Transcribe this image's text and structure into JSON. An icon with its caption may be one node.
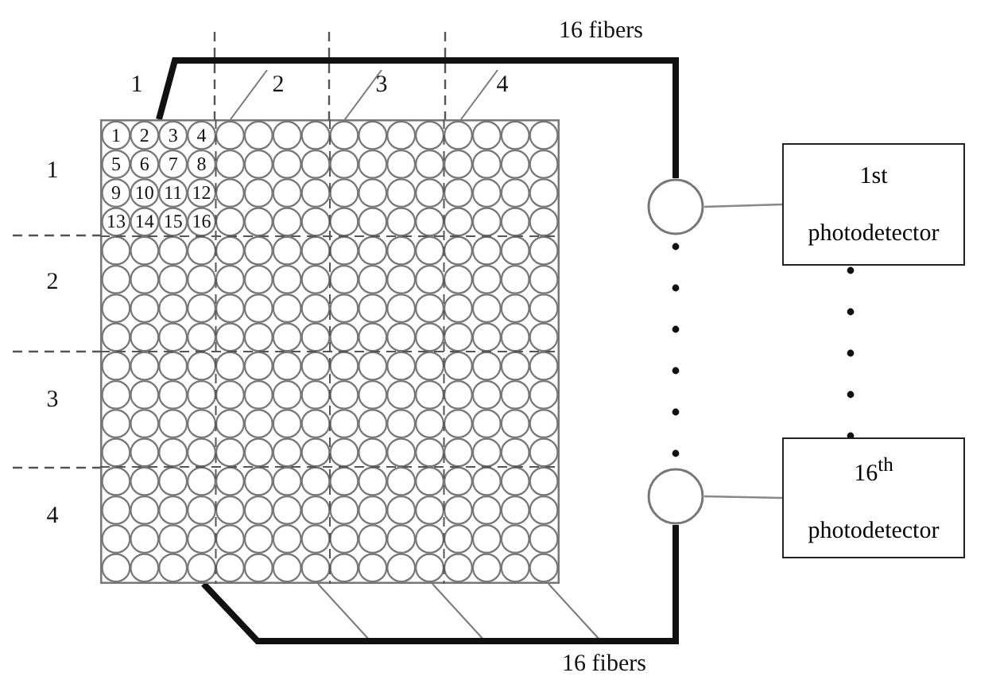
{
  "diagram": {
    "nodes": [
      {
        "text": [],
        "shape": "box"
      },
      {
        "text": [],
        "shape": "circle"
      },
      {
        "text": [],
        "shape": "circle"
      },
      {
        "text": [
          "1st photodetector"
        ]
      },
      {
        "text": [
          "16$^{th}$ photodetector"
        ]
      }
    ],
    "edges": [
      {
        "from": 0,
        "to": 1,
        "arrow": "none",
        "style": "thick",
        "label": "16 fibers"
      },
      {
        "from": 0,
        "to": 2,
        "arrow": "none",
        "style": "thick",
        "label": "16 fibers"
      },
      {
        "from": 1,
        "to": 3,
        "arrow": "none",
        "color": "#888888"
      },
      {
        "from": 2,
        "to": 4,
        "arrow": "none",
        "color": "#888888"
      }
    ],
    "labels": [
      "1",
      "2",
      "3",
      "4",
      "1",
      "2",
      "3",
      "4",
      "5",
      "6",
      "7",
      "8",
      "9",
      "10",
      "11",
      "12",
      "13",
      "14",
      "15",
      "16",
      "1",
      "2",
      "3",
      "4"
    ]
  }
}
